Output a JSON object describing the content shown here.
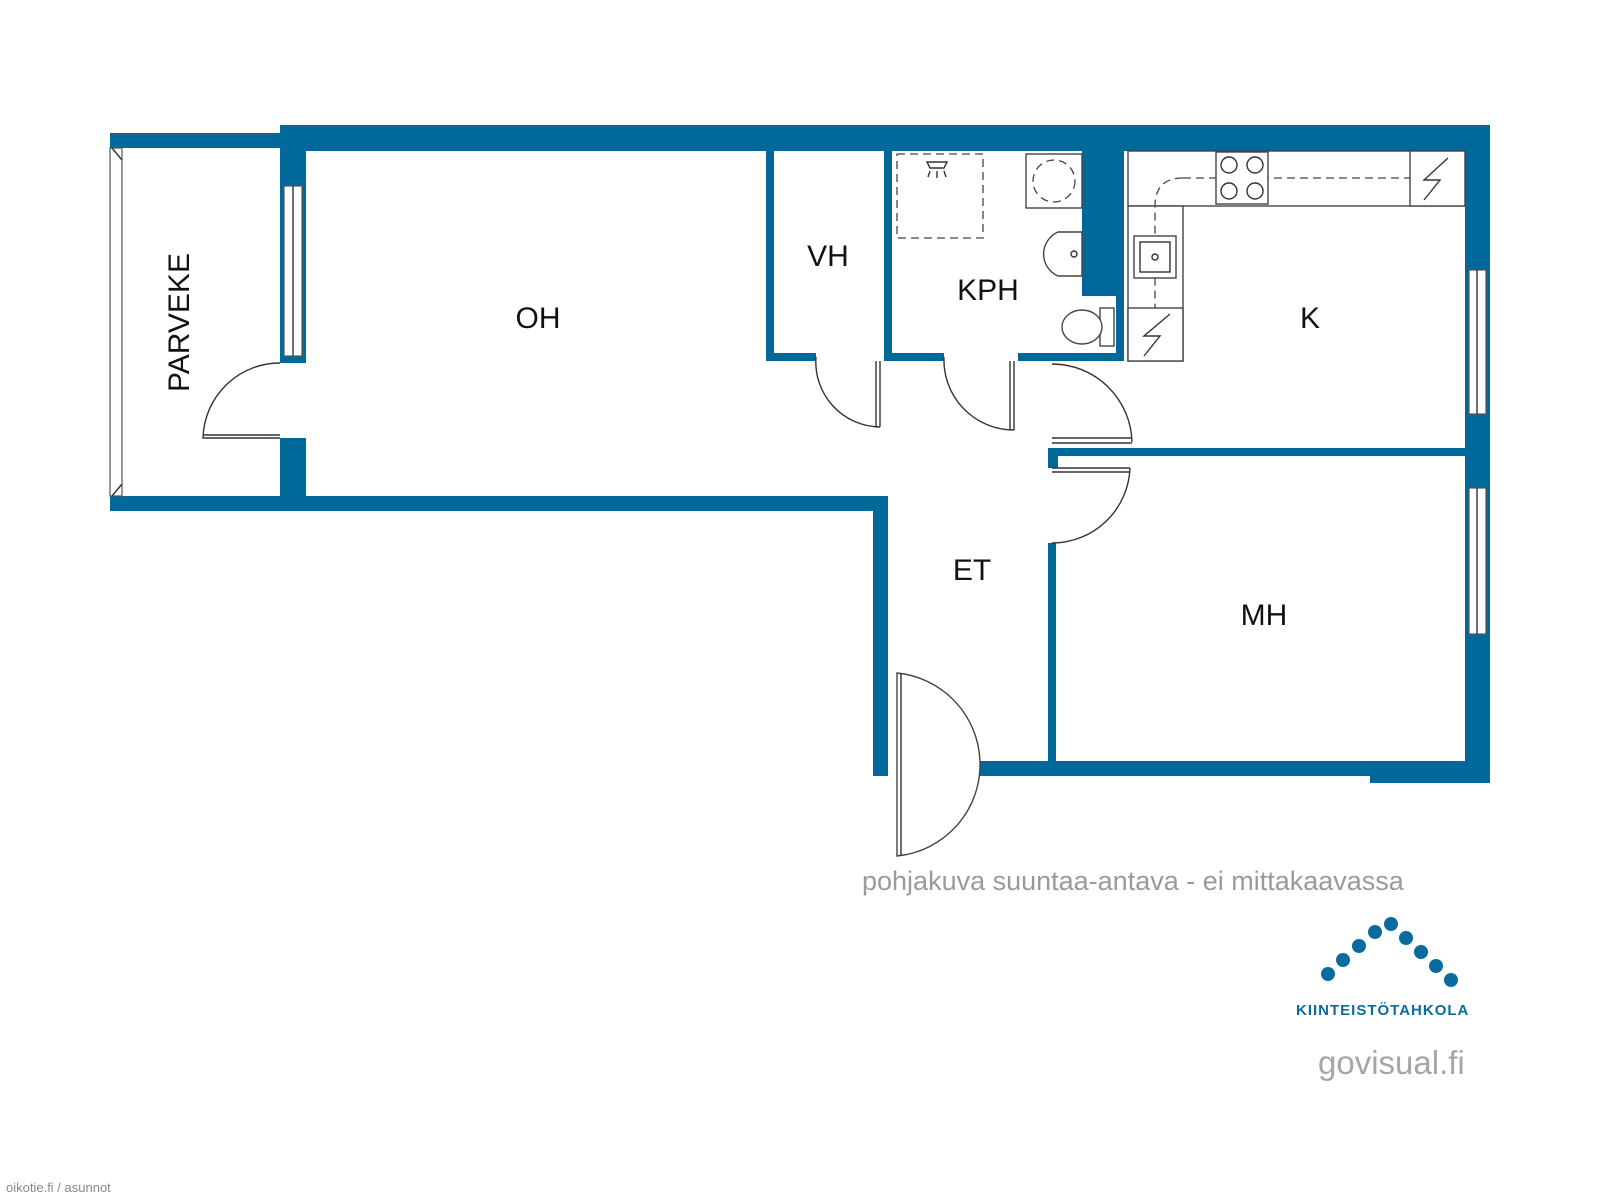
{
  "rooms": {
    "parveke": "PARVEKE",
    "oh": "OH",
    "vh": "VH",
    "kph": "KPH",
    "k": "K",
    "et": "ET",
    "mh": "MH"
  },
  "disclaimer": "pohjakuva suuntaa-antava - ei mittakaavassa",
  "logo": {
    "name": "KIINTEISTÖTAHKOLA"
  },
  "credit": "govisual.fi",
  "watermark": "oikotie.fi / asunnot",
  "colors": {
    "wall": "#00699a",
    "logo": "#0a6c9e",
    "caption": "#9a9a9a"
  }
}
